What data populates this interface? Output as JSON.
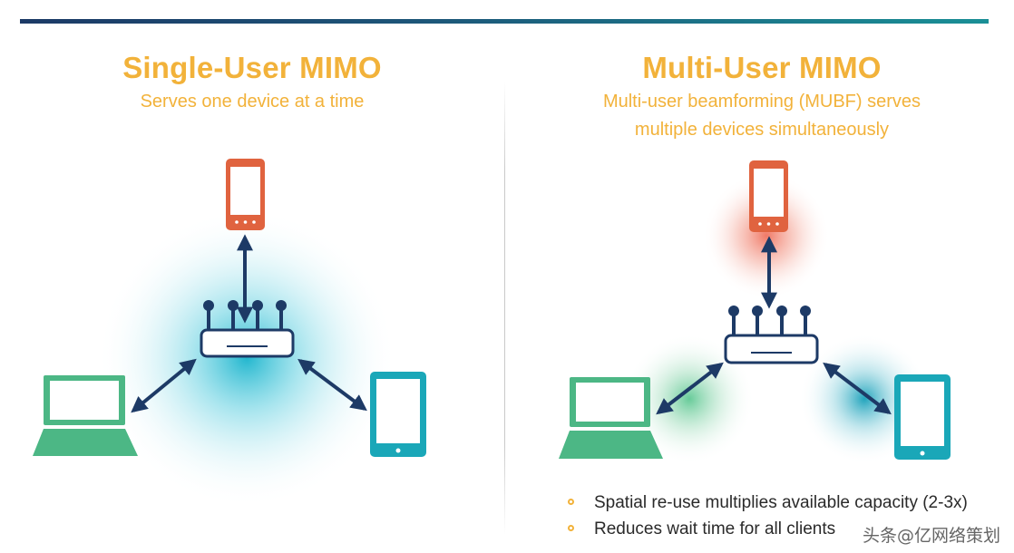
{
  "left_panel": {
    "title": "Single-User MIMO",
    "subtitle": "Serves one device at a time"
  },
  "right_panel": {
    "title": "Multi-User MIMO",
    "subtitle_line1": "Multi-user beamforming (MUBF) serves",
    "subtitle_line2": "multiple devices simultaneously"
  },
  "bullets": [
    "Spatial re-use multiplies available capacity (2-3x)",
    "Reduces wait time for all clients"
  ],
  "watermark": "头条@亿网络策划",
  "colors": {
    "accent": "#f2b23a",
    "phone": "#e0633f",
    "laptop": "#4cb785",
    "tablet": "#1aa7b8",
    "router": "#1d3a66",
    "arrow": "#1d3a66",
    "topbar": "#1d5578"
  },
  "icons": {
    "phone": "smartphone-icon",
    "laptop": "laptop-icon",
    "tablet": "tablet-icon",
    "router": "router-icon"
  }
}
